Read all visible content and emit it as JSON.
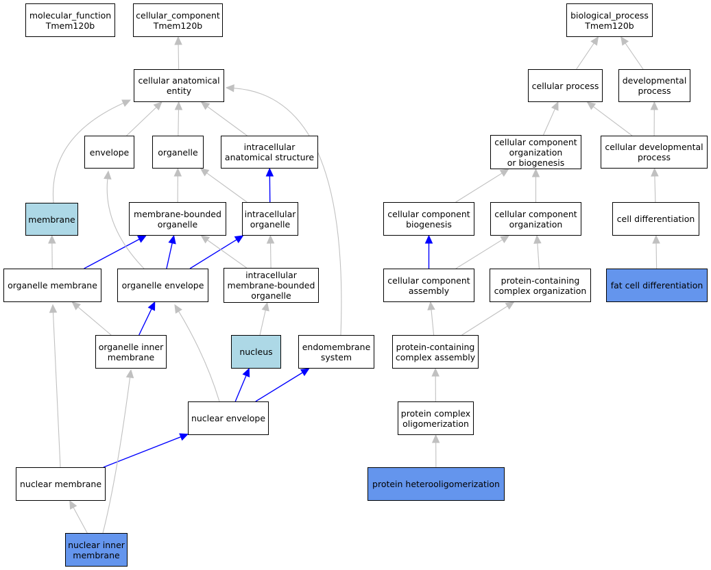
{
  "colors": {
    "edge_gray": "#c0c0c0",
    "edge_blue": "#0000ff",
    "node_light": "#add8e6",
    "node_dark": "#6495ed",
    "node_plain": "#ffffff"
  },
  "nodes": [
    {
      "id": "molecular_function",
      "label": "molecular_function\nTmem120b",
      "style": "plain"
    },
    {
      "id": "cellular_component",
      "label": "cellular_component\nTmem120b",
      "style": "plain"
    },
    {
      "id": "biological_process",
      "label": "biological_process\nTmem120b",
      "style": "plain"
    },
    {
      "id": "cellular_anatomical_entity",
      "label": "cellular anatomical\nentity",
      "style": "plain"
    },
    {
      "id": "cellular_process",
      "label": "cellular process",
      "style": "plain"
    },
    {
      "id": "developmental_process",
      "label": "developmental\nprocess",
      "style": "plain"
    },
    {
      "id": "envelope",
      "label": "envelope",
      "style": "plain"
    },
    {
      "id": "organelle",
      "label": "organelle",
      "style": "plain"
    },
    {
      "id": "intracellular_anatomical_structure",
      "label": "intracellular\nanatomical structure",
      "style": "plain"
    },
    {
      "id": "cc_org_or_biogenesis",
      "label": "cellular component\norganization\nor biogenesis",
      "style": "plain"
    },
    {
      "id": "cellular_developmental_process",
      "label": "cellular developmental\nprocess",
      "style": "plain"
    },
    {
      "id": "membrane",
      "label": "membrane",
      "style": "light"
    },
    {
      "id": "membrane_bounded_organelle",
      "label": "membrane-bounded\norganelle",
      "style": "plain"
    },
    {
      "id": "intracellular_organelle",
      "label": "intracellular\norganelle",
      "style": "plain"
    },
    {
      "id": "cc_biogenesis",
      "label": "cellular component\nbiogenesis",
      "style": "plain"
    },
    {
      "id": "cc_organization",
      "label": "cellular component\norganization",
      "style": "plain"
    },
    {
      "id": "cell_differentiation",
      "label": "cell differentiation",
      "style": "plain"
    },
    {
      "id": "organelle_membrane",
      "label": "organelle membrane",
      "style": "plain"
    },
    {
      "id": "organelle_envelope",
      "label": "organelle envelope",
      "style": "plain"
    },
    {
      "id": "intracellular_mbo",
      "label": "intracellular\nmembrane-bounded\norganelle",
      "style": "plain"
    },
    {
      "id": "cc_assembly",
      "label": "cellular component\nassembly",
      "style": "plain"
    },
    {
      "id": "protein_complex_organization",
      "label": "protein-containing\ncomplex organization",
      "style": "plain"
    },
    {
      "id": "fat_cell_differentiation",
      "label": "fat cell differentiation",
      "style": "dark"
    },
    {
      "id": "organelle_inner_membrane",
      "label": "organelle inner\nmembrane",
      "style": "plain"
    },
    {
      "id": "nucleus",
      "label": "nucleus",
      "style": "light"
    },
    {
      "id": "endomembrane_system",
      "label": "endomembrane\nsystem",
      "style": "plain"
    },
    {
      "id": "protein_complex_assembly",
      "label": "protein-containing\ncomplex assembly",
      "style": "plain"
    },
    {
      "id": "nuclear_envelope",
      "label": "nuclear envelope",
      "style": "plain"
    },
    {
      "id": "protein_complex_oligomerization",
      "label": "protein complex\noligomerization",
      "style": "plain"
    },
    {
      "id": "nuclear_membrane",
      "label": "nuclear membrane",
      "style": "plain"
    },
    {
      "id": "protein_heterooligomerization",
      "label": "protein heterooligomerization",
      "style": "dark"
    },
    {
      "id": "nuclear_inner_membrane",
      "label": "nuclear inner\nmembrane",
      "style": "dark"
    }
  ],
  "edges": [
    {
      "from": "cellular_anatomical_entity",
      "to": "cellular_component",
      "kind": "gray"
    },
    {
      "from": "envelope",
      "to": "cellular_anatomical_entity",
      "kind": "gray"
    },
    {
      "from": "organelle",
      "to": "cellular_anatomical_entity",
      "kind": "gray"
    },
    {
      "from": "intracellular_anatomical_structure",
      "to": "cellular_anatomical_entity",
      "kind": "gray"
    },
    {
      "from": "membrane",
      "to": "cellular_anatomical_entity",
      "kind": "gray"
    },
    {
      "from": "endomembrane_system",
      "to": "cellular_anatomical_entity",
      "kind": "gray"
    },
    {
      "from": "membrane_bounded_organelle",
      "to": "organelle",
      "kind": "gray"
    },
    {
      "from": "intracellular_organelle",
      "to": "organelle",
      "kind": "gray"
    },
    {
      "from": "intracellular_organelle",
      "to": "intracellular_anatomical_structure",
      "kind": "blue"
    },
    {
      "from": "organelle_membrane",
      "to": "membrane",
      "kind": "gray"
    },
    {
      "from": "organelle_membrane",
      "to": "membrane_bounded_organelle",
      "kind": "blue"
    },
    {
      "from": "organelle_envelope",
      "to": "membrane_bounded_organelle",
      "kind": "blue"
    },
    {
      "from": "organelle_envelope",
      "to": "intracellular_organelle",
      "kind": "blue"
    },
    {
      "from": "organelle_envelope",
      "to": "envelope",
      "kind": "gray"
    },
    {
      "from": "intracellular_mbo",
      "to": "membrane_bounded_organelle",
      "kind": "gray"
    },
    {
      "from": "intracellular_mbo",
      "to": "intracellular_organelle",
      "kind": "gray"
    },
    {
      "from": "organelle_inner_membrane",
      "to": "organelle_membrane",
      "kind": "gray"
    },
    {
      "from": "organelle_inner_membrane",
      "to": "organelle_envelope",
      "kind": "blue"
    },
    {
      "from": "nucleus",
      "to": "intracellular_mbo",
      "kind": "gray"
    },
    {
      "from": "nuclear_envelope",
      "to": "nucleus",
      "kind": "blue"
    },
    {
      "from": "nuclear_envelope",
      "to": "endomembrane_system",
      "kind": "blue"
    },
    {
      "from": "nuclear_envelope",
      "to": "organelle_envelope",
      "kind": "gray"
    },
    {
      "from": "nuclear_membrane",
      "to": "nuclear_envelope",
      "kind": "blue"
    },
    {
      "from": "nuclear_membrane",
      "to": "organelle_membrane",
      "kind": "gray"
    },
    {
      "from": "nuclear_inner_membrane",
      "to": "nuclear_membrane",
      "kind": "gray"
    },
    {
      "from": "nuclear_inner_membrane",
      "to": "organelle_inner_membrane",
      "kind": "gray"
    },
    {
      "from": "cellular_process",
      "to": "biological_process",
      "kind": "gray"
    },
    {
      "from": "developmental_process",
      "to": "biological_process",
      "kind": "gray"
    },
    {
      "from": "cc_org_or_biogenesis",
      "to": "cellular_process",
      "kind": "gray"
    },
    {
      "from": "cellular_developmental_process",
      "to": "cellular_process",
      "kind": "gray"
    },
    {
      "from": "cellular_developmental_process",
      "to": "developmental_process",
      "kind": "gray"
    },
    {
      "from": "cc_biogenesis",
      "to": "cc_org_or_biogenesis",
      "kind": "gray"
    },
    {
      "from": "cc_organization",
      "to": "cc_org_or_biogenesis",
      "kind": "gray"
    },
    {
      "from": "cell_differentiation",
      "to": "cellular_developmental_process",
      "kind": "gray"
    },
    {
      "from": "cc_assembly",
      "to": "cc_biogenesis",
      "kind": "blue"
    },
    {
      "from": "cc_assembly",
      "to": "cc_organization",
      "kind": "gray"
    },
    {
      "from": "protein_complex_organization",
      "to": "cc_organization",
      "kind": "gray"
    },
    {
      "from": "fat_cell_differentiation",
      "to": "cell_differentiation",
      "kind": "gray"
    },
    {
      "from": "protein_complex_assembly",
      "to": "cc_assembly",
      "kind": "gray"
    },
    {
      "from": "protein_complex_assembly",
      "to": "protein_complex_organization",
      "kind": "gray"
    },
    {
      "from": "protein_complex_oligomerization",
      "to": "protein_complex_assembly",
      "kind": "gray"
    },
    {
      "from": "protein_heterooligomerization",
      "to": "protein_complex_oligomerization",
      "kind": "gray"
    }
  ]
}
